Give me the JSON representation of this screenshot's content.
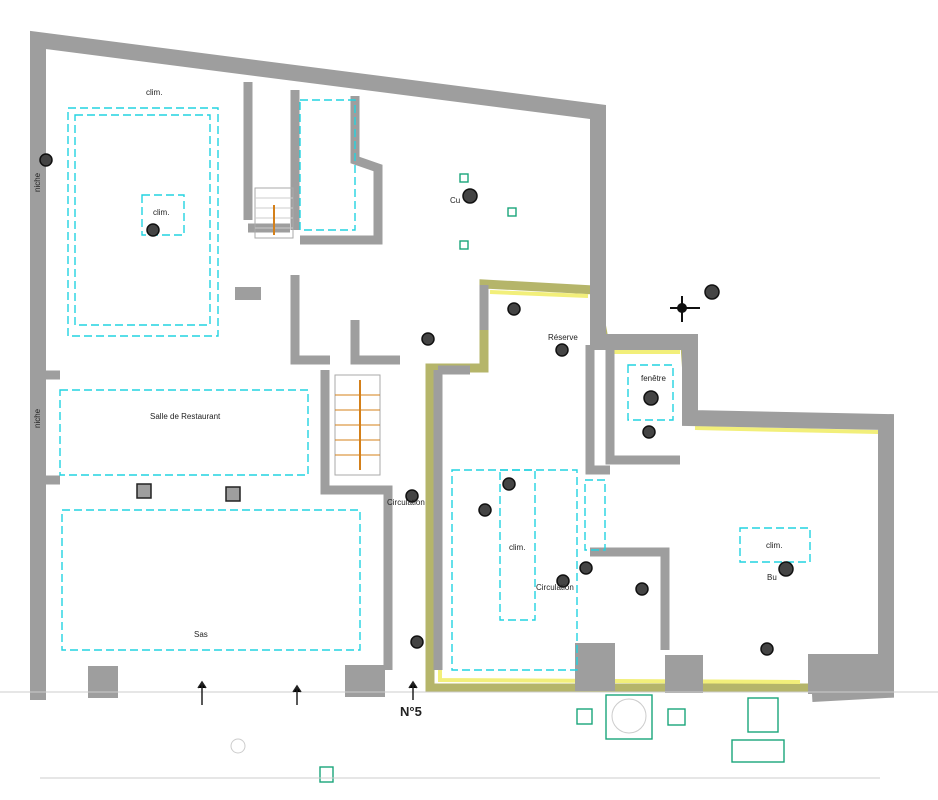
{
  "plan": {
    "labels": {
      "clim_top": "clim.",
      "clim_left": "clim.",
      "clim_center": "clim.",
      "clim_right": "clim.",
      "restaurant": "Salle de Restaurant",
      "kitchen": "Cu",
      "reserve": "Réserve",
      "window": "fenêtre",
      "circulation_1": "Circulation",
      "circulation_2": "Circulation",
      "office": "Bu",
      "sas": "Sas",
      "niche_1": "niche",
      "niche_2": "niche",
      "street_number": "N°5"
    },
    "colors": {
      "wall": "#9e9e9e",
      "highlight": "#b5b56a",
      "highlight_inner": "#f2ef7a",
      "zone_outline": "#22d3e0",
      "street_furniture": "#1aa57a",
      "camera": "#333333"
    },
    "icons": [
      "camera-icon",
      "compass-icon",
      "stairs-icon",
      "entrance-arrow-icon"
    ]
  }
}
